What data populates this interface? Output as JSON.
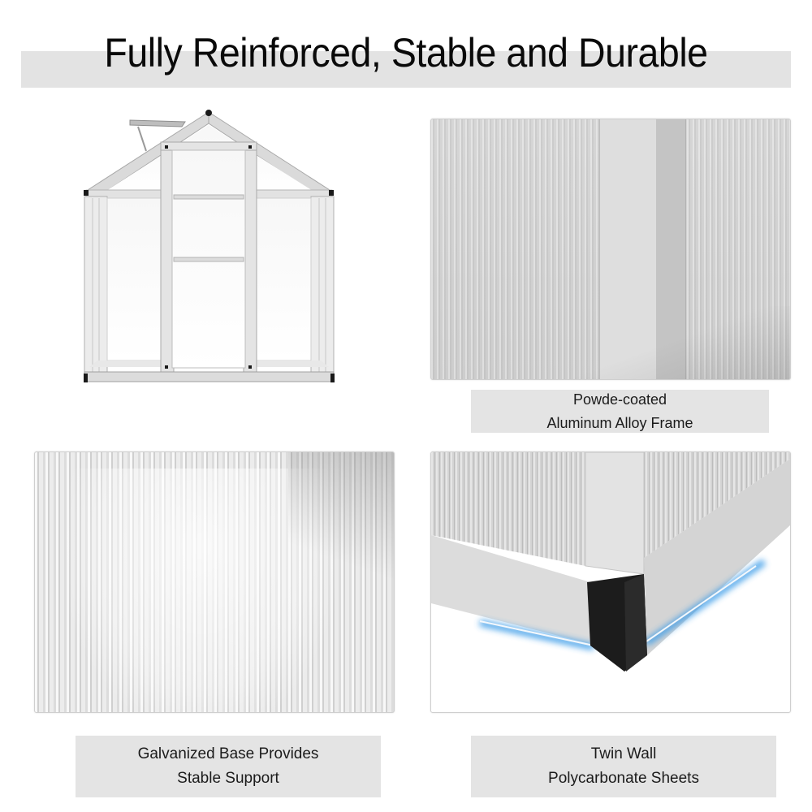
{
  "header": {
    "title": "Fully Reinforced, Stable and Durable"
  },
  "panels": [
    {
      "id": "greenhouse-overview",
      "image_alt": "Aluminum frame greenhouse front view with open roof vent and door",
      "caption": []
    },
    {
      "id": "frame-closeup",
      "image_alt": "Close-up of aluminum alloy frame post between polycarbonate panels",
      "caption": [
        "Powde-coated",
        "Aluminum Alloy Frame"
      ]
    },
    {
      "id": "polycarbonate-closeup",
      "image_alt": "Close-up of ribbed twin wall polycarbonate sheet",
      "caption": [
        "Galvanized Base Provides",
        "Stable Support"
      ]
    },
    {
      "id": "base-corner-closeup",
      "image_alt": "Close-up of galvanized base corner with black corner cap and blue highlight",
      "caption": [
        "Twin Wall",
        "Polycarbonate Sheets"
      ]
    }
  ],
  "colors": {
    "band_gray": "#e3e3e3",
    "frame_silver": "#d9d9d9",
    "corner_black": "#1a1a1a",
    "highlight_blue": "#3a9be8"
  }
}
